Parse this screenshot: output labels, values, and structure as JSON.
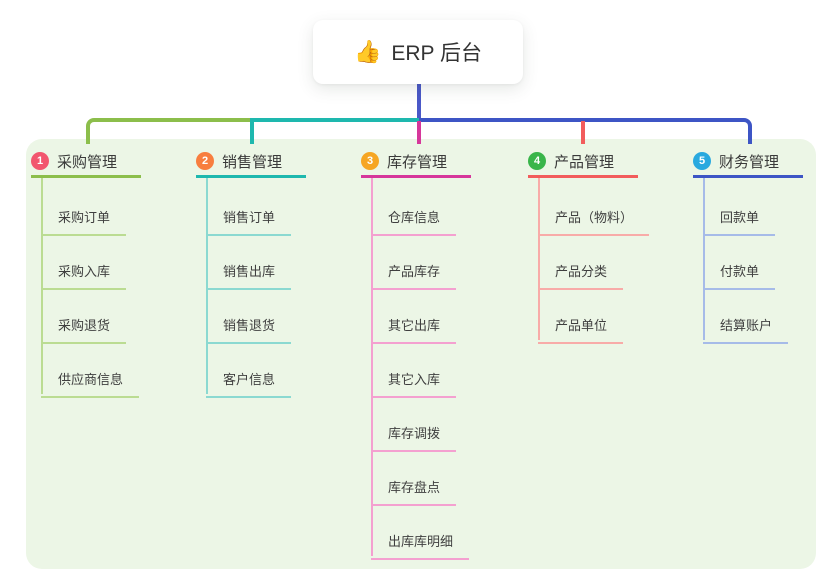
{
  "root": {
    "icon": "thumbs-up",
    "icon_glyph": "👍",
    "title": "ERP 后台"
  },
  "branches": [
    {
      "index": "1",
      "label": "采购管理",
      "badge_color": "#f2566e",
      "line_color": "#8cbe4b",
      "child_line_color": "#bbdc92",
      "children": [
        "采购订单",
        "采购入库",
        "采购退货",
        "供应商信息"
      ]
    },
    {
      "index": "2",
      "label": "销售管理",
      "badge_color": "#f87e3f",
      "line_color": "#1eb8ae",
      "child_line_color": "#8bd9d1",
      "children": [
        "销售订单",
        "销售出库",
        "销售退货",
        "客户信息"
      ]
    },
    {
      "index": "3",
      "label": "库存管理",
      "badge_color": "#f6a623",
      "line_color": "#d6379b",
      "child_line_color": "#f4a0d0",
      "children": [
        "仓库信息",
        "产品库存",
        "其它出库",
        "其它入库",
        "库存调拨",
        "库存盘点",
        "出库库明细"
      ]
    },
    {
      "index": "4",
      "label": "产品管理",
      "badge_color": "#39b54a",
      "line_color": "#f25c5c",
      "child_line_color": "#f8aba8",
      "children": [
        "产品（物料）",
        "产品分类",
        "产品单位"
      ]
    },
    {
      "index": "5",
      "label": "财务管理",
      "badge_color": "#29a9df",
      "line_color": "#3d55c5",
      "child_line_color": "#a6bbe8",
      "children": [
        "回款单",
        "付款单",
        "结算账户"
      ]
    }
  ],
  "colors": {
    "panel_background": "#ecf6e6",
    "root_connector": "#4a58c8",
    "text": "#3a3a3a",
    "card_background": "#ffffff"
  }
}
